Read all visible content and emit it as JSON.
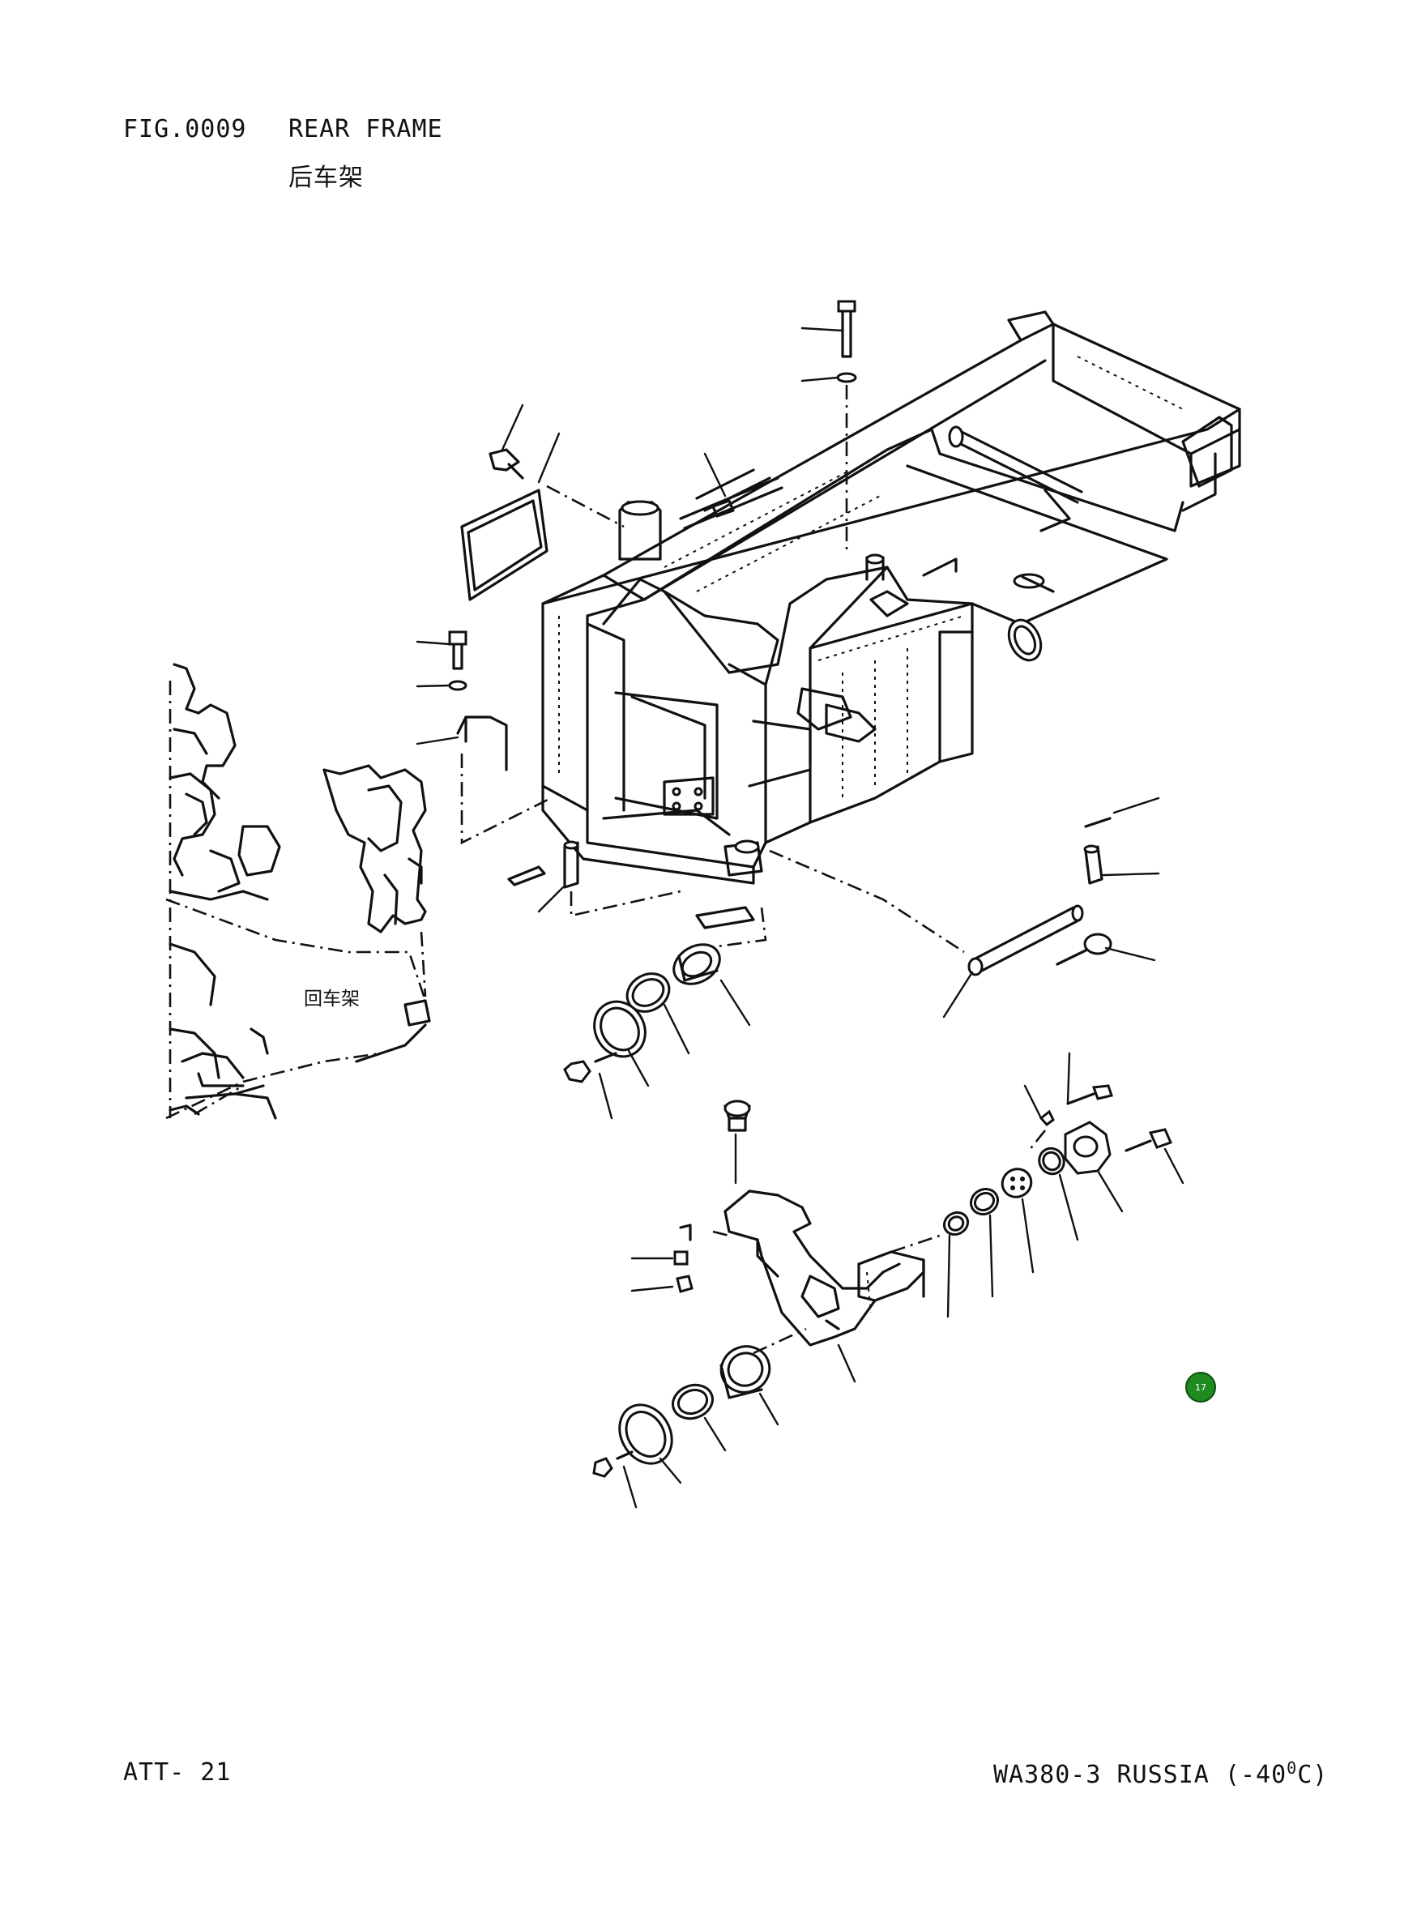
{
  "header": {
    "figure_number": "FIG.0009",
    "title": "REAR FRAME",
    "title_cn": "后车架"
  },
  "diagram": {
    "front_frame_label": "回车架"
  },
  "badge": {
    "text": "17",
    "color": "#1f8a1f"
  },
  "footer": {
    "page_ref": "ATT- 21",
    "model_prefix": "WA380-3 RUSSIA (-40",
    "model_degree": "0",
    "model_suffix": "C)"
  }
}
